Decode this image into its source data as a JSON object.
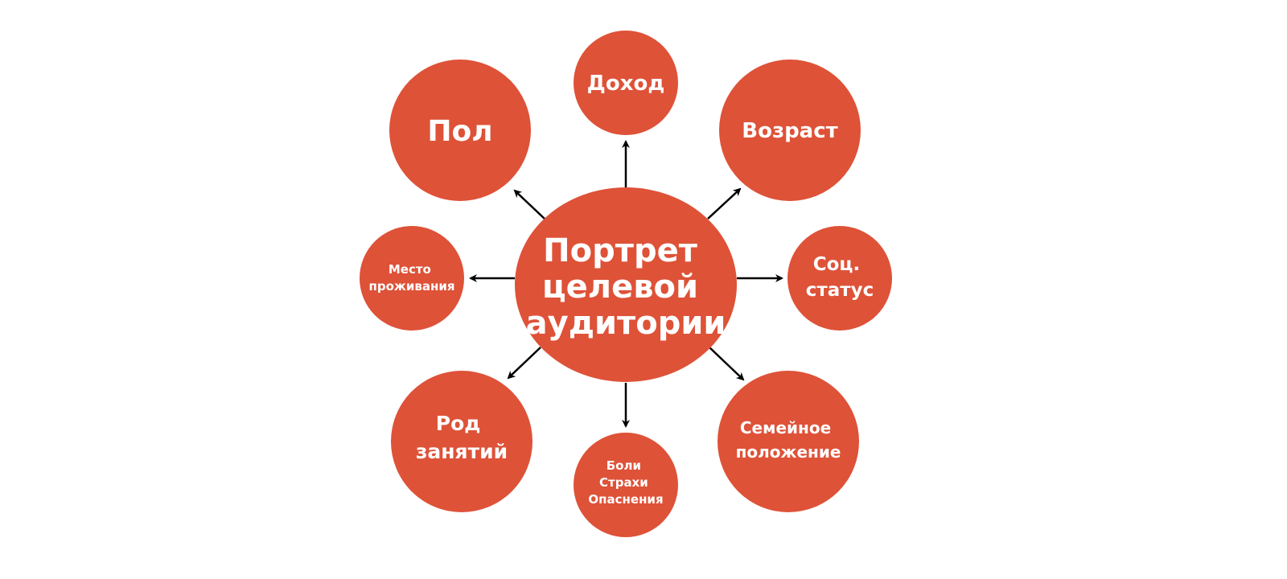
{
  "center": {
    "lines": [
      "Портрет",
      "целевой",
      "аудитории"
    ]
  },
  "nodes": {
    "gender": {
      "lines": [
        "Пол"
      ]
    },
    "income": {
      "lines": [
        "Доход"
      ]
    },
    "age": {
      "lines": [
        "Возраст"
      ]
    },
    "residence": {
      "lines": [
        "Место",
        "проживания"
      ]
    },
    "social": {
      "lines": [
        "Соц.",
        "статус"
      ]
    },
    "occupation": {
      "lines": [
        "Род",
        "занятий"
      ]
    },
    "pains": {
      "lines": [
        "Боли",
        "Страхи",
        "Опаснения"
      ]
    },
    "family": {
      "lines": [
        "Семейное",
        "положение"
      ]
    }
  },
  "colors": {
    "node": "#de5238",
    "arrow": "#000000",
    "text": "#ffffff"
  }
}
